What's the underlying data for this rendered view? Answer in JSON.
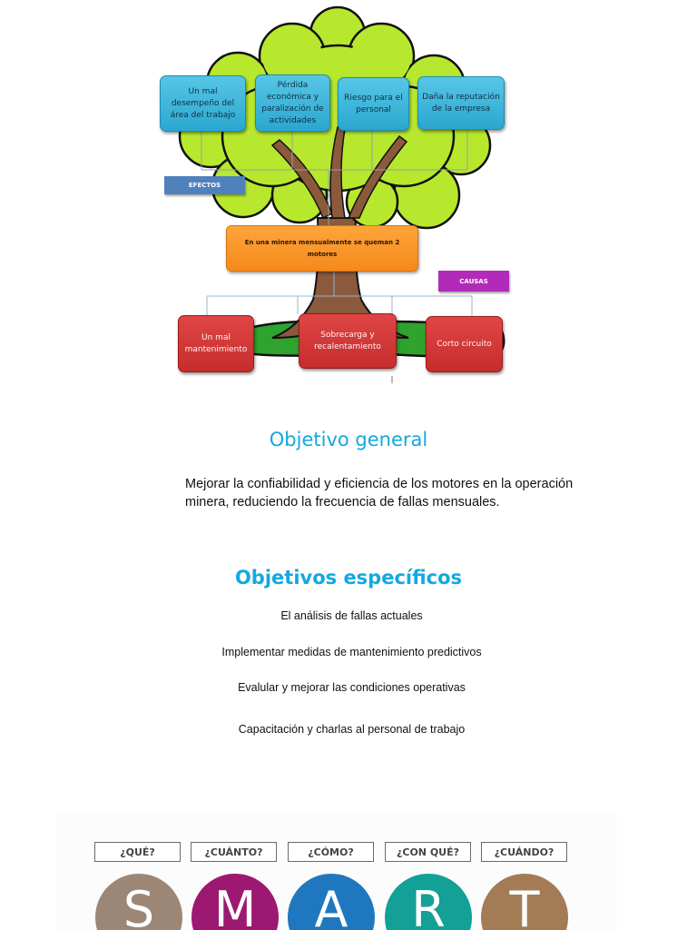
{
  "diagram": {
    "effects_label": "EFECTOS",
    "causes_label": "CAUSAS",
    "effects": [
      "Un mal desempeño del área del trabajo",
      "Pérdida económica y paralización de actividades",
      "Riesgo para el personal",
      "Daña la reputación de la empresa"
    ],
    "problem": "En una minera mensualmente  se queman  2 motores",
    "causes": [
      "Un mal mantenimiento",
      "Sobrecarga y recalentamiento",
      "Corto circuito"
    ],
    "colors": {
      "effects": "#3bb7dd",
      "causes": "#d23a3a",
      "problem": "#f7941d",
      "effects_tag": "#4f81bd",
      "causes_tag": "#b22bb8",
      "foliage": "#b8e82d",
      "trunk": "#8b5a3c"
    }
  },
  "objetivo_general": {
    "title": "Objetivo general",
    "text": "Mejorar la confiabilidad y eficiencia de los motores en la operación minera, reduciendo la frecuencia de fallas mensuales."
  },
  "objetivos_especificos": {
    "title": "Objetivos específicos",
    "items": [
      "El análisis de fallas actuales",
      "Implementar medidas de mantenimiento predictivos",
      "Evalular y mejorar las condiciones operativas",
      "Capacitación y charlas al personal de trabajo"
    ]
  },
  "smart": {
    "questions": [
      "¿QUÉ?",
      "¿CUÁNTO?",
      "¿CÓMO?",
      "¿CON QUÉ?",
      "¿CUÁNDO?"
    ],
    "letters": [
      "S",
      "M",
      "A",
      "R",
      "T"
    ],
    "colors": [
      "#9c8676",
      "#9d1870",
      "#1f78bf",
      "#12a097",
      "#a37c56"
    ]
  }
}
